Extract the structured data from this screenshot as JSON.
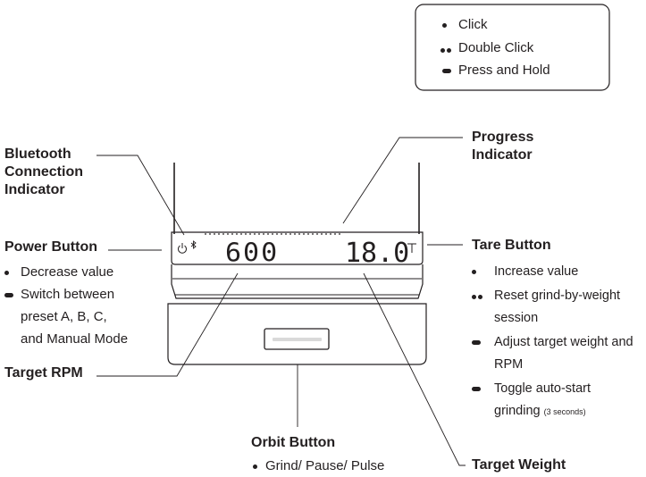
{
  "legend": {
    "items": [
      {
        "marker": "single-dot",
        "label": "Click"
      },
      {
        "marker": "double-dot",
        "label": "Double Click"
      },
      {
        "marker": "dash",
        "label": "Press and Hold"
      }
    ]
  },
  "display": {
    "rpm": "600",
    "weight": "18.0",
    "tare_symbol": "T"
  },
  "labels": {
    "bluetooth": [
      "Bluetooth",
      "Connection",
      "Indicator"
    ],
    "progress": [
      "Progress",
      "Indicator"
    ],
    "power": "Power Button",
    "tare": "Tare Button",
    "target_rpm": "Target RPM",
    "orbit": "Orbit Button",
    "target_weight": "Target Weight"
  },
  "power_actions": [
    {
      "marker": "single-dot",
      "lines": [
        "Decrease value"
      ]
    },
    {
      "marker": "dash",
      "lines": [
        "Switch between",
        "preset A, B, C,",
        "and Manual Mode"
      ]
    }
  ],
  "tare_actions": [
    {
      "marker": "single-dot",
      "lines": [
        "Increase value"
      ]
    },
    {
      "marker": "double-dot",
      "lines": [
        "Reset grind-by-weight",
        "session"
      ]
    },
    {
      "marker": "dash",
      "lines": [
        "Adjust target weight and",
        "RPM"
      ]
    },
    {
      "marker": "dash",
      "lines": [
        "Toggle auto-start",
        "grinding"
      ],
      "note": "(3 seconds)"
    }
  ],
  "orbit_actions": [
    {
      "marker": "single-dot",
      "lines": [
        "Grind/ Pause/ Pulse"
      ]
    }
  ]
}
